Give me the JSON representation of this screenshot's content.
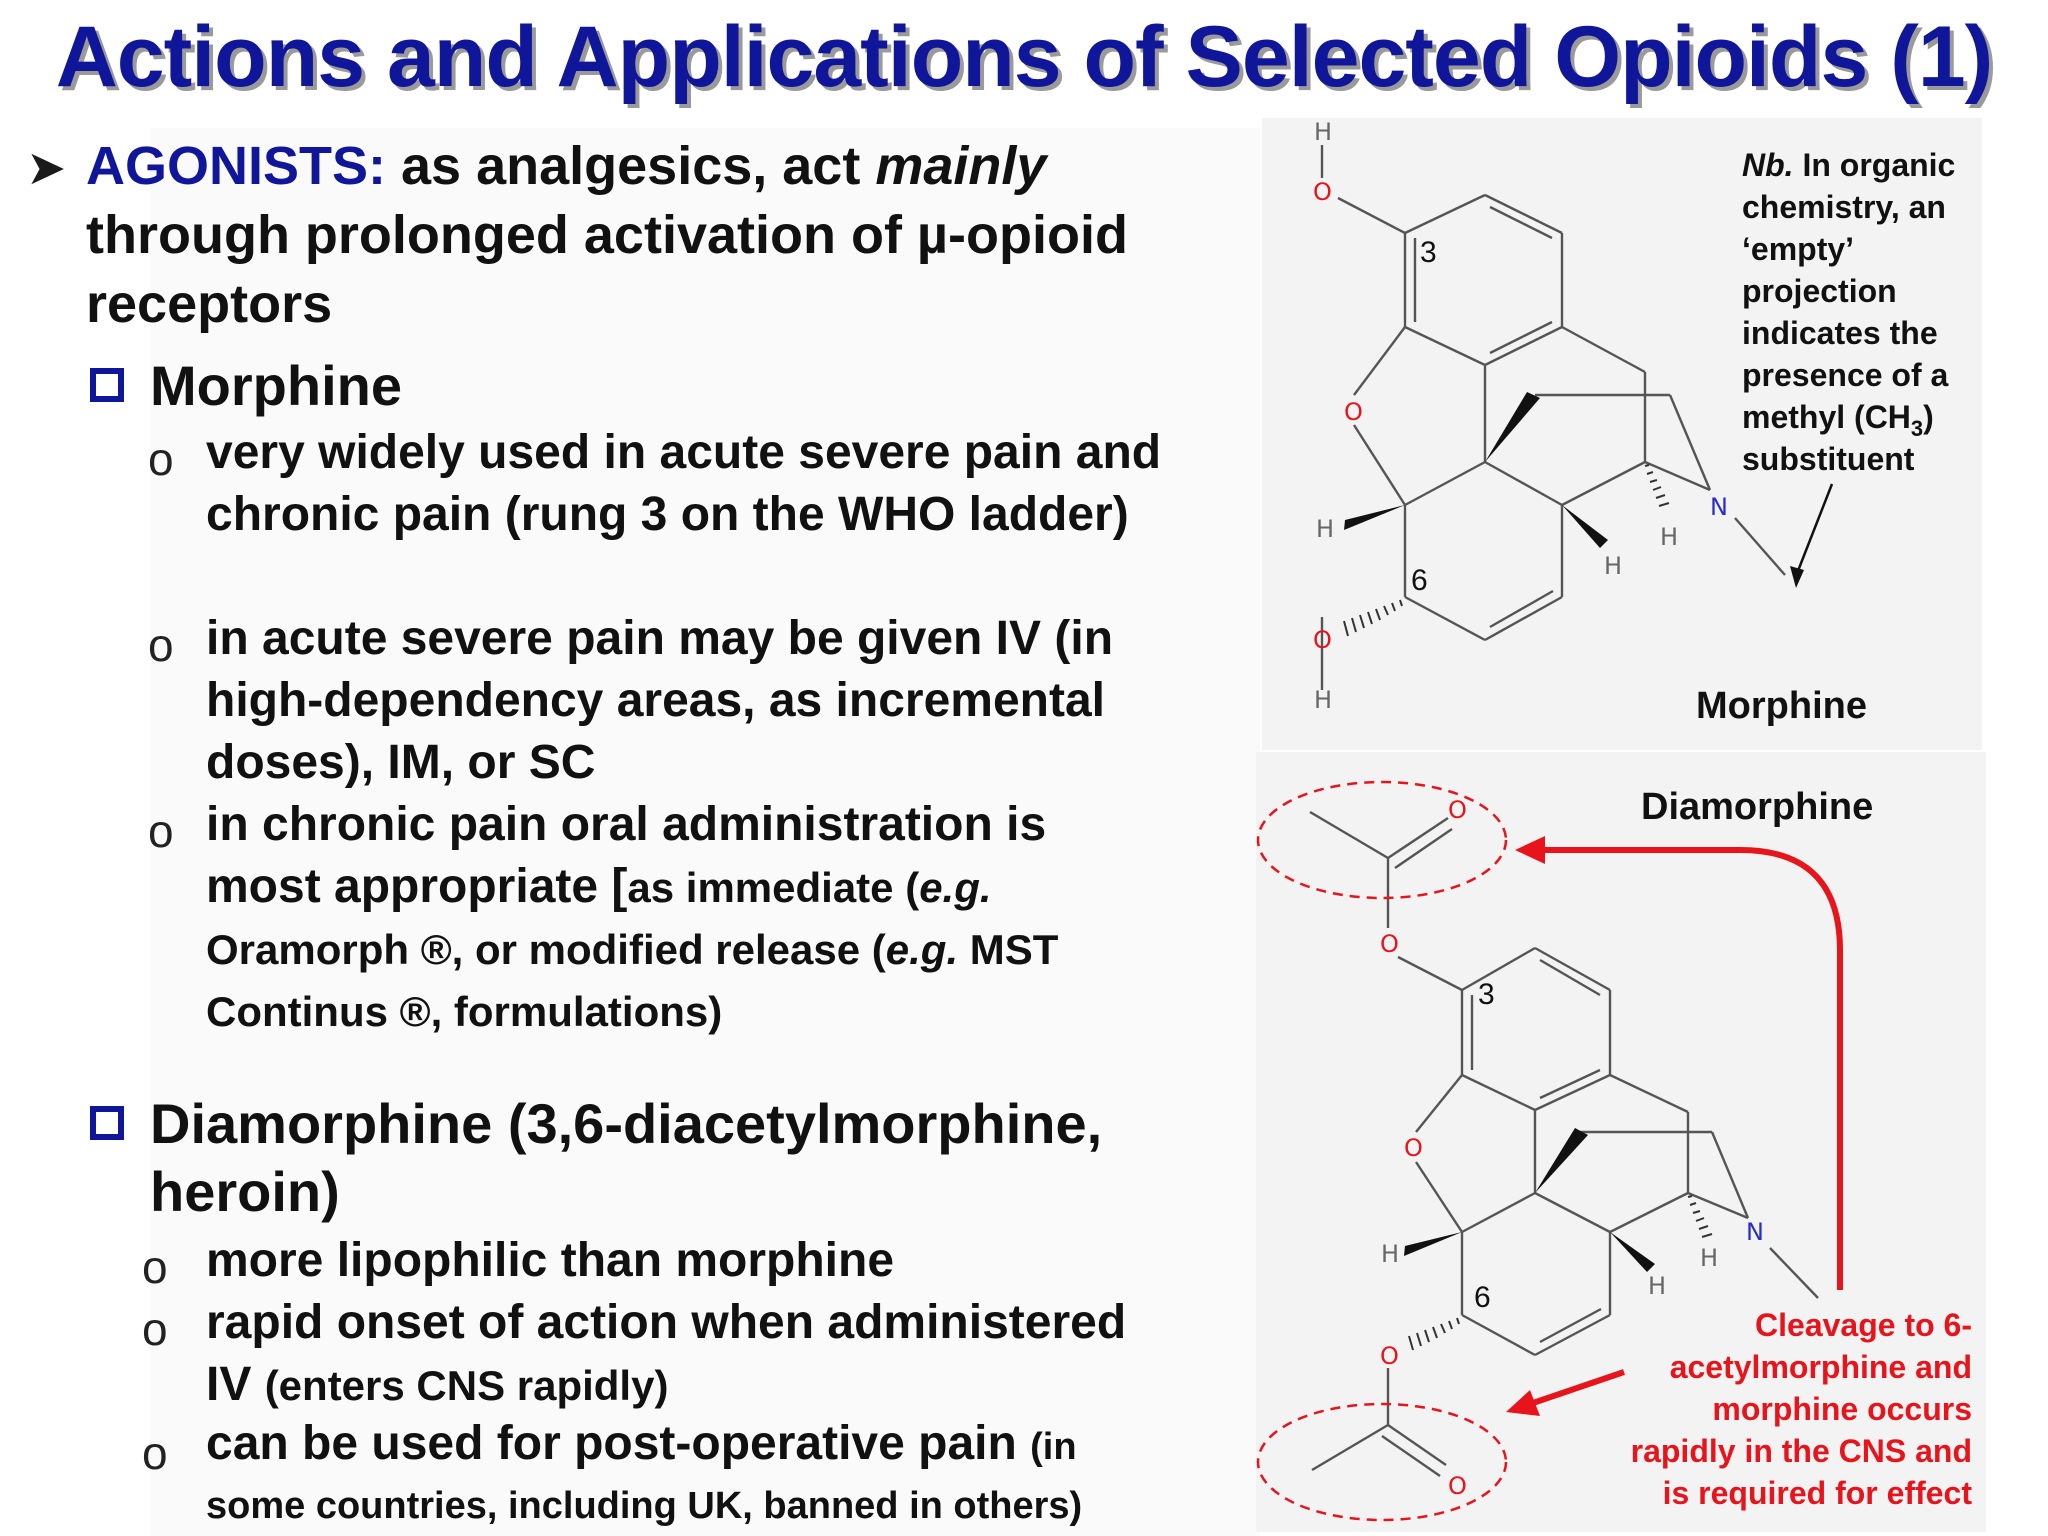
{
  "title": "Actions and Applications of Selected Opioids (1)",
  "agonists": {
    "label": "AGONISTS:",
    "text_a": " as analgesics, act ",
    "text_italic": "mainly",
    "text_b": " through prolonged activation of µ-opioid receptors"
  },
  "morphine": {
    "heading": "Morphine",
    "item1": "very widely used in acute severe pain and chronic pain (rung 3 on the WHO ladder)",
    "item2": "in acute severe pain may be given IV (in high-dependency areas, as incremental doses), IM, or SC",
    "item3_a": "in chronic pain oral administration is most appropriate [",
    "item3_b": "as immediate (",
    "item3_eg1": "e.g.",
    "item3_c": " Oramorph ®, or modified release (",
    "item3_eg2": "e.g.",
    "item3_d": " MST Continus ®, formulations)"
  },
  "diamorphine": {
    "heading": "Diamorphine (3,6-diacetylmorphine, heroin)",
    "item1": "more lipophilic than morphine",
    "item2_a": "rapid onset of action when administered IV ",
    "item2_b": "(enters CNS rapidly)",
    "item3_a": "can be used for post-operative pain ",
    "item3_b": "(in some countries, including UK, banned in others)"
  },
  "note": {
    "nb": "Nb.",
    "line1": " In organic",
    "line2": "chemistry, an",
    "line3": "‘empty’",
    "line4": "projection",
    "line5": "indicates the",
    "line6": "presence of a",
    "line7a": "methyl (CH",
    "line7sub": "3",
    "line7b": ")",
    "line8": "substituent"
  },
  "structures": {
    "morphine_label": "Morphine",
    "diamorphine_label": "Diamorphine",
    "num3": "3",
    "num6": "6",
    "atom_O": "O",
    "atom_H": "H",
    "atom_N": "N"
  },
  "cleavage_note": {
    "line1": "Cleavage to 6-",
    "line2": "acetylmorphine and",
    "line3": "morphine occurs",
    "line4": "rapidly in the CNS and",
    "line5": "is required for effect"
  },
  "colors": {
    "title_blue": "#10169a",
    "red": "#e8141b",
    "bond": "#555555",
    "oxygen": "#e8141b",
    "nitrogen": "#2b2bd0"
  }
}
